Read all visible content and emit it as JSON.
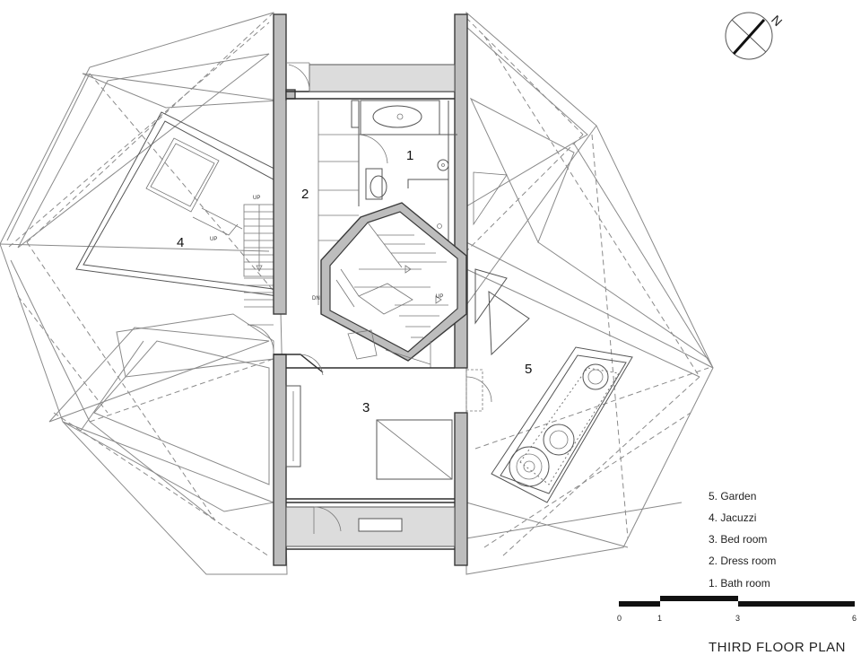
{
  "title": "THIRD FLOOR PLAN",
  "north_label": "N",
  "rooms": [
    {
      "num": "1"
    },
    {
      "num": "2"
    },
    {
      "num": "3"
    },
    {
      "num": "4"
    },
    {
      "num": "5"
    }
  ],
  "legend": [
    "5. Garden",
    "4. Jacuzzi",
    "3. Bed room",
    "2. Dress room",
    "1. Bath room"
  ],
  "scale_ticks": [
    "0",
    "1",
    "3",
    "6"
  ],
  "annotations": {
    "up": "UP",
    "dn": "DN"
  }
}
